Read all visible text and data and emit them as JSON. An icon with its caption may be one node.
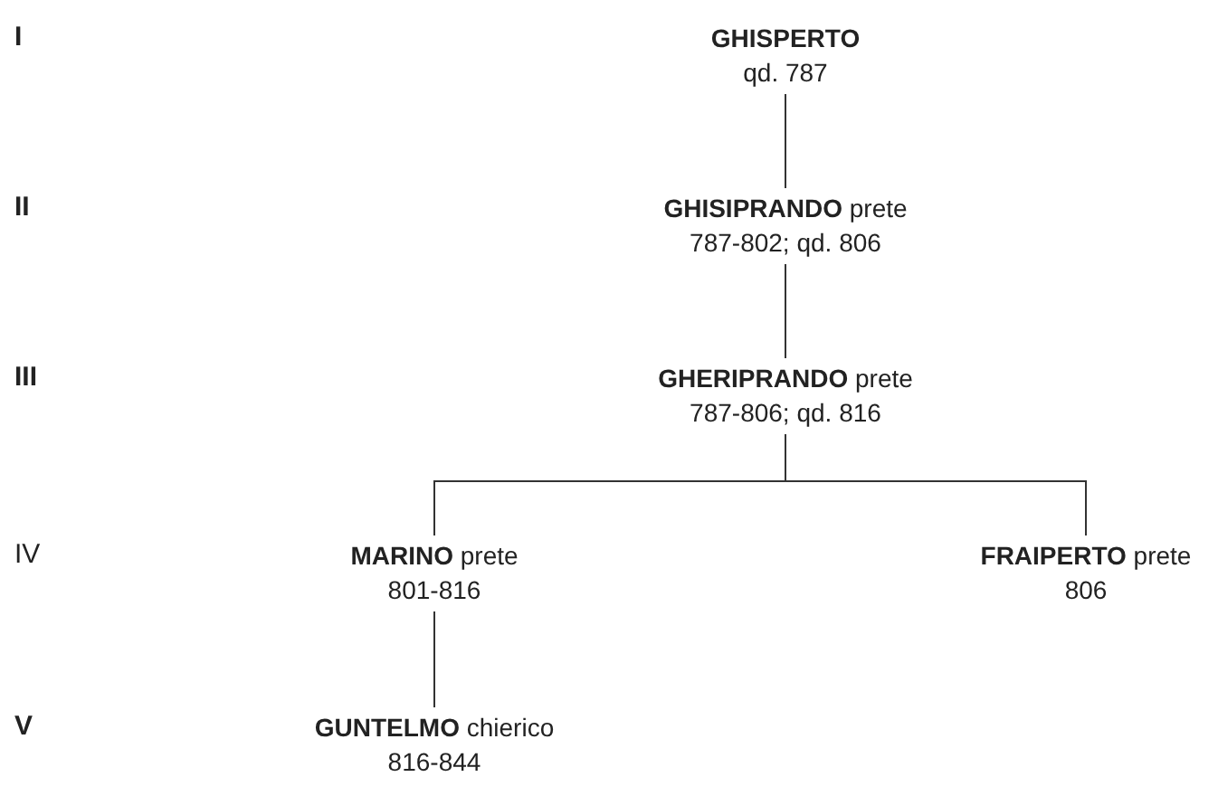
{
  "diagram": {
    "nodes": [
      {
        "text": [
          "**GHISPERTO**",
          "qd. 787"
        ]
      },
      {
        "text": [
          "**GHISIPRANDO** prete",
          "787-802; qd. 806"
        ]
      },
      {
        "text": [
          "**GHERIPRANDO** prete",
          "787-806; qd. 816"
        ]
      },
      {
        "text": [
          "**MARINO** prete",
          "801-816"
        ]
      },
      {
        "text": [
          "**FRAIPERTO** prete",
          "806"
        ]
      },
      {
        "text": [
          "**GUNTELMO** chierico",
          "816-844"
        ]
      }
    ],
    "edges": [
      {
        "from": 0,
        "to": 1,
        "arrow": "none"
      },
      {
        "from": 1,
        "to": 2,
        "arrow": "none"
      },
      {
        "from": 2,
        "to": 3,
        "arrow": "none"
      },
      {
        "from": 2,
        "to": 4,
        "arrow": "none"
      },
      {
        "from": 3,
        "to": 5,
        "arrow": "none"
      }
    ],
    "labels": [
      "I",
      "II",
      "III",
      "IV",
      "V"
    ]
  }
}
